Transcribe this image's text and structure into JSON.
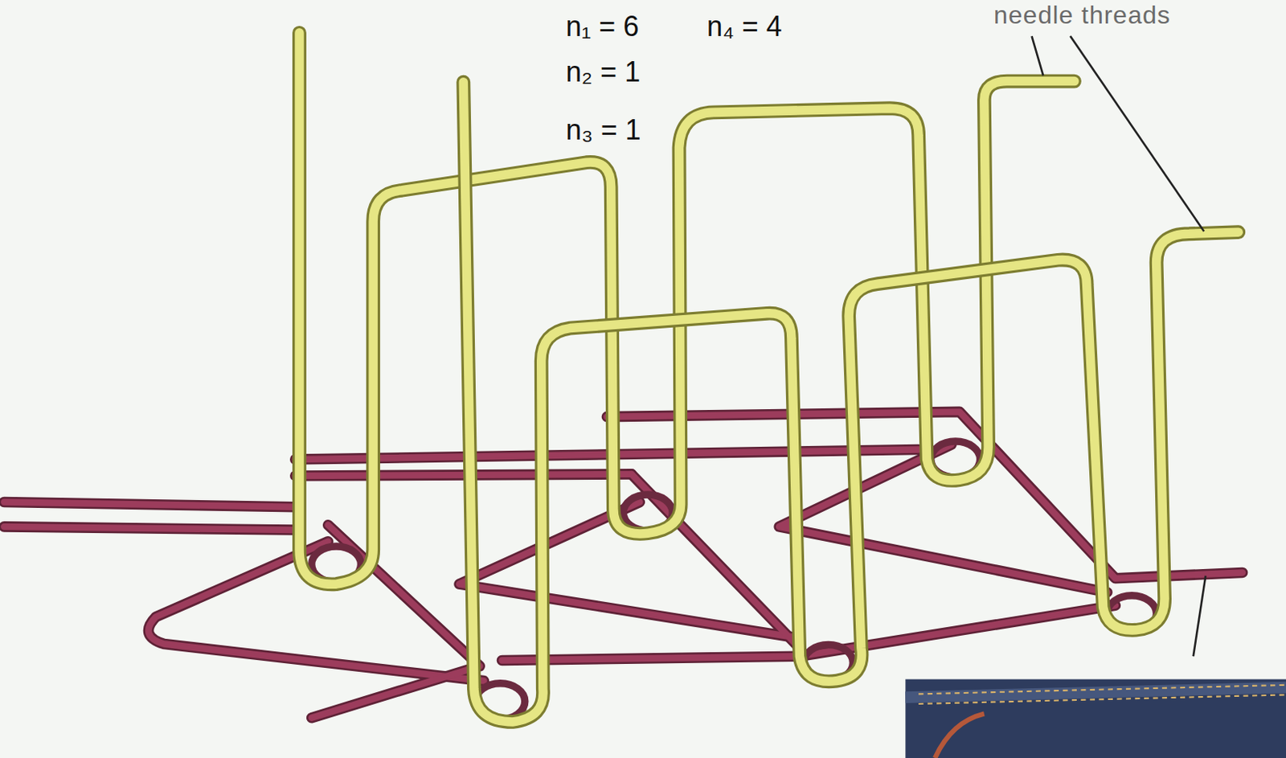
{
  "diagram": {
    "labels": [
      "n₁ = 6",
      "n₄ = 4",
      "n₂ = 1",
      "n₃ = 1",
      "needle threads"
    ]
  }
}
